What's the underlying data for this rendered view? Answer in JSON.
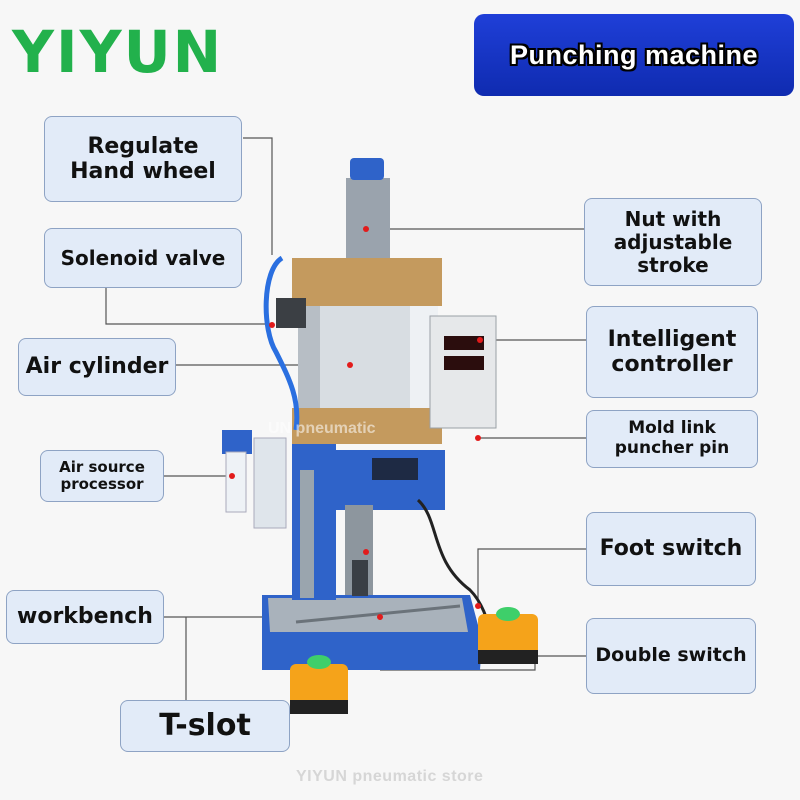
{
  "brand": "YIYUN",
  "title": "Punching  machine",
  "labels": {
    "regulate_hand_wheel": "Regulate\nHand wheel",
    "solenoid_valve": "Solenoid valve",
    "air_cylinder": "Air cylinder",
    "air_source_processor": "Air source\nprocessor",
    "workbench": "workbench",
    "t_slot": "T-slot",
    "nut_adjustable_stroke": "Nut with\nadjustable\nstroke",
    "intelligent_controller": "Intelligent\ncontroller",
    "mold_link_puncher_pin": "Mold link\npuncher pin",
    "foot_switch": "Foot switch",
    "double_switch": "Double switch"
  },
  "watermarks": {
    "bottom": "YIYUN  pneumatic  store",
    "middle": "UN  pneumatic"
  },
  "colors": {
    "brand": "#22b14c",
    "banner": "#1f3fd8",
    "label_bg": "#e2ebf8",
    "machine_blue": "#2f63c9",
    "bronze": "#c49a5e",
    "switch_orange": "#f5a31a",
    "switch_green": "#3ecf6a",
    "marker_red": "#e21b1b"
  }
}
